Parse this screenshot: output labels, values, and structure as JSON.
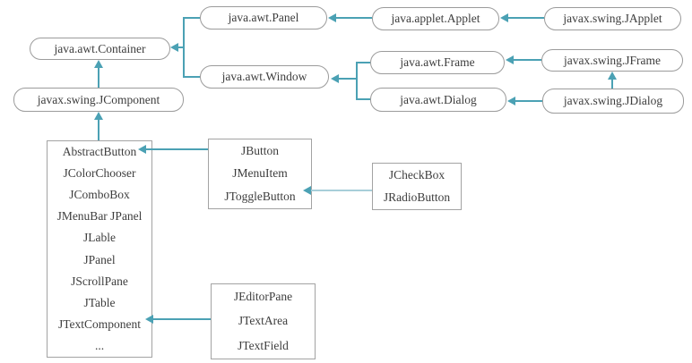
{
  "colors": {
    "connector": "#4ba1b4",
    "connector_light": "#a7ced9",
    "node_border": "#9b9b9b",
    "box_border": "#a3a3a3",
    "text": "#3d3d3d",
    "background": "#ffffff"
  },
  "nodes": {
    "panel": "java.awt.Panel",
    "applet": "java.applet.Applet",
    "japplet": "javax.swing.JApplet",
    "container": "java.awt.Container",
    "window": "java.awt.Window",
    "frame": "java.awt.Frame",
    "jframe": "javax.swing.JFrame",
    "dialog": "java.awt.Dialog",
    "jdialog": "javax.swing.JDialog",
    "jcomponent": "javax.swing.JComponent"
  },
  "boxes": {
    "jcomponent_children": {
      "items": [
        "AbstractButton",
        "JColorChooser",
        "JComboBox",
        "JMenuBar JPanel",
        "JLable",
        "JPanel",
        "JScrollPane",
        "JTable",
        "JTextComponent",
        "..."
      ]
    },
    "abstract_button_children": {
      "items": [
        "JButton",
        "JMenuItem",
        "JToggleButton"
      ]
    },
    "toggle_button_children": {
      "items": [
        "JCheckBox",
        "JRadioButton"
      ]
    },
    "text_component_children": {
      "items": [
        "JEditorPane",
        "JTextArea",
        "JTextField"
      ]
    }
  }
}
